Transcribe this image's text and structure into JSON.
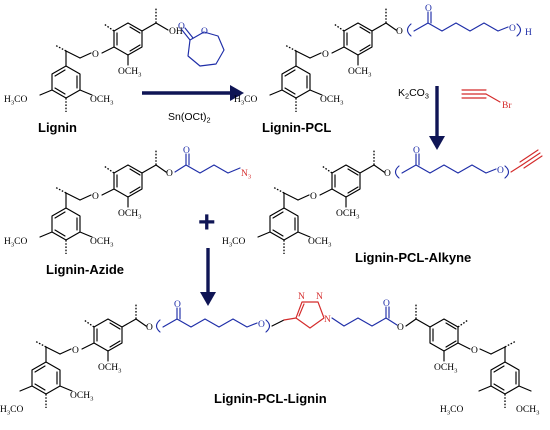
{
  "labels": {
    "lignin": "Lignin",
    "lignin_pcl": "Lignin-PCL",
    "lignin_azide": "Lignin-Azide",
    "lignin_pcl_alkyne": "Lignin-PCL-Alkyne",
    "lignin_pcl_lignin": "Lignin-PCL-Lignin"
  },
  "reagents": {
    "catalyst": "Sn(OCt)2",
    "base": "K2CO3"
  },
  "atoms": {
    "oh": "OH",
    "o": "O",
    "och3": "OCH3",
    "h3co": "H3CO",
    "h": "H",
    "n3": "N3",
    "br": "Br",
    "n": "N"
  },
  "symbols": {
    "plus": "+"
  },
  "colors": {
    "arrow": "#0f1555",
    "pcl_chain": "#1f2ea8",
    "click_moiety": "#d42b2b"
  }
}
